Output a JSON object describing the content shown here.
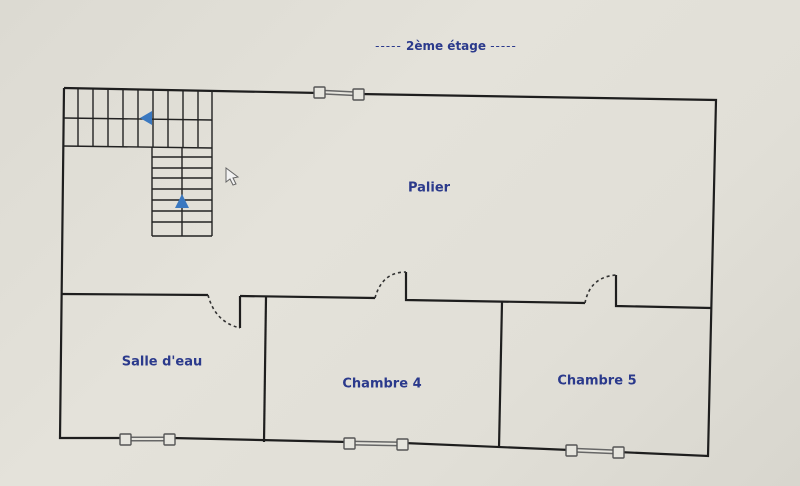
{
  "floor_title": "2ème étage",
  "title_dashes_left": "-----",
  "title_dashes_right": "-----",
  "rooms": {
    "landing": "Palier",
    "shower_room": "Salle d'eau",
    "bedroom4": "Chambre 4",
    "bedroom5": "Chambre 5"
  },
  "colors": {
    "label": "#2b3a8c",
    "wall": "#1e1e1e",
    "arrow": "#3a78c0",
    "background": "#dedcd3"
  }
}
